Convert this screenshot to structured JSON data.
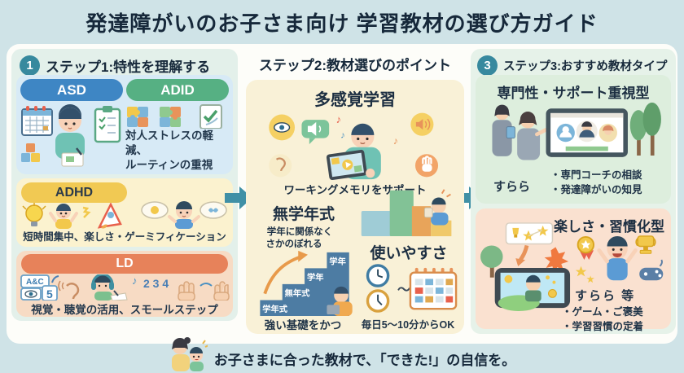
{
  "title": "発達障がいのお子さま向け 学習教材の選び方ガイド",
  "footer": {
    "text": "お子さまに合った教材で、「できた!」の自信を。"
  },
  "colors": {
    "accent_teal": "#37899e",
    "asd_blue": "#3e86c4",
    "adid_green": "#56b083",
    "adhd_yellow": "#f1c953",
    "ld_orange": "#e7825a"
  },
  "step1": {
    "number": "1",
    "heading": "ステップ1:特性を理解する",
    "asd": {
      "tag1": "ASD",
      "tag2": "ADID",
      "caption1": "対人ストレスの軽減、",
      "caption2": "ルーティンの重視"
    },
    "adhd": {
      "tag": "ADHD",
      "caption": "短時間集中、楽しさ・ゲーミフィケーション"
    },
    "ld": {
      "tag": "LD",
      "caption": "視覚・聴覚の活用、スモールステップ",
      "lit_ac": "A&C",
      "lit_5": "5",
      "lit_nums": "2 3 4",
      "lit_note": "♪"
    }
  },
  "step2": {
    "heading": "ステップ2:教材選びのポイント",
    "multisensory": {
      "title": "多感覚学習",
      "caption": "ワーキングメモリをサポート",
      "lit_note": "♪"
    },
    "ungraded": {
      "title": "無学年式",
      "desc1": "学年に関係なく",
      "desc2": "さかのぼれる",
      "stairs": [
        "学年",
        "学年",
        "無年式",
        "学年式"
      ],
      "caption": "強い基礎をかつ"
    },
    "usability": {
      "title": "使いやすさ",
      "tilde": "〜",
      "caption": "毎日5〜10分からOK"
    }
  },
  "step3": {
    "number": "3",
    "heading": "ステップ3:おすすめ教材タイプ",
    "support": {
      "title": "専門性・サポート重視型",
      "brand": "すらら",
      "bullets": [
        "・専門コーチの相談",
        "・発達障がいの知見"
      ]
    },
    "fun": {
      "title": "楽しさ・習慣化型",
      "brand": "すらら 等",
      "bullets": [
        "・ゲーム・ご褒美",
        "・学習習慣の定着"
      ]
    }
  },
  "icons": {
    "step1": [
      "calendar-icon",
      "child-writing-icon",
      "blocks-icon",
      "checklist-clipboard-icon",
      "puzzle-pieces-icon",
      "check-document-icon",
      "lightbulb-icon",
      "cheering-child-icon",
      "rocket-icon",
      "thinking-child-icon",
      "letters-box-icon",
      "eye-box-icon",
      "ear-icon",
      "headphones-child-icon",
      "music-note-icon",
      "numbers-icon",
      "hands-icon"
    ],
    "step2": [
      "eye-bubble-icon",
      "speaker-bubble-icon",
      "tablet-child-icon",
      "speaker-circle-icon",
      "ear-bubble-icon",
      "hand-bubble-icon",
      "grade-stairs-icon",
      "building-steps-icon",
      "clock-icon",
      "calendar-grid-icon"
    ],
    "step3": [
      "coach-women-icon",
      "video-call-tablet-icon",
      "trees-icon",
      "tree-icon",
      "reward-popup-icon",
      "burst-icon",
      "game-tablet-icon",
      "medal-icon",
      "cheering-boy-icon",
      "trophy-icon",
      "stars-icon",
      "game-controller-icon"
    ],
    "footer": [
      "parent-child-icon"
    ],
    "flow": [
      "arrow-right-icon"
    ]
  }
}
